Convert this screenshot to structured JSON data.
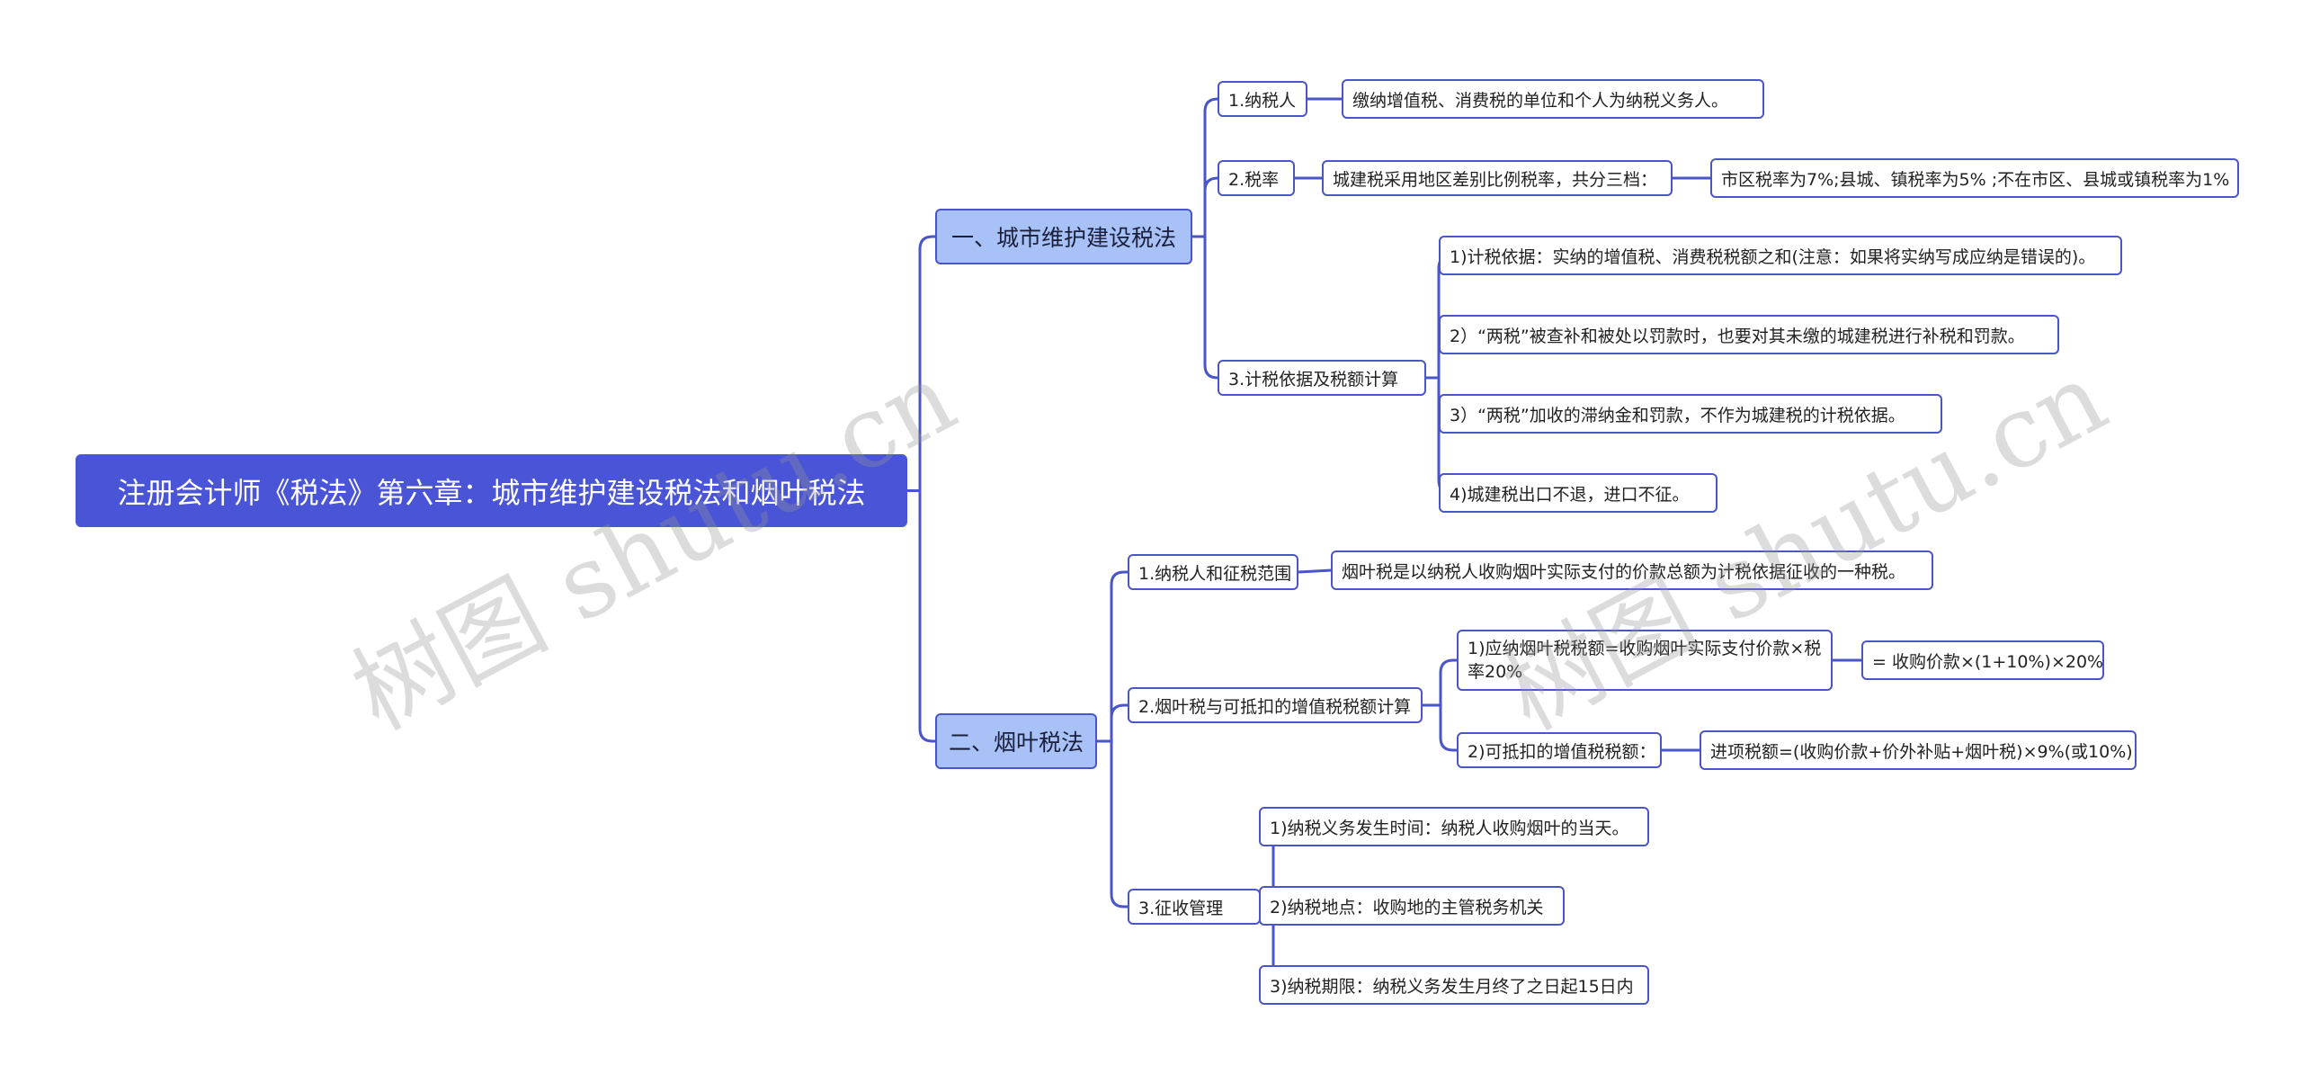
{
  "root": "注册会计师《税法》第六章：城市维护建设税法和烟叶税法",
  "branches": [
    {
      "label": "一、城市维护建设税法",
      "items": [
        {
          "label": "1.纳税人",
          "children": [
            {
              "label": "缴纳增值税、消费税的单位和个人为纳税义务人。"
            }
          ]
        },
        {
          "label": "2.税率",
          "children": [
            {
              "label": "城建税采用地区差别比例税率，共分三档：",
              "children": [
                {
                  "label": "市区税率为7%;县城、镇税率为5% ;不在市区、县城或镇税率为1%"
                }
              ]
            }
          ]
        },
        {
          "label": "3.计税依据及税额计算",
          "children": [
            {
              "label": "1)计税依据：实纳的增值税、消费税税额之和(注意：如果将实纳写成应纳是错误的)。"
            },
            {
              "label": "2）“两税”被查补和被处以罚款时，也要对其未缴的城建税进行补税和罚款。"
            },
            {
              "label": "3）“两税”加收的滞纳金和罚款，不作为城建税的计税依据。"
            },
            {
              "label": "4)城建税出口不退，进口不征。"
            }
          ]
        }
      ]
    },
    {
      "label": "二、烟叶税法",
      "items": [
        {
          "label": "1.纳税人和征税范围",
          "children": [
            {
              "label": "烟叶税是以纳税人收购烟叶实际支付的价款总额为计税依据征收的一种税。"
            }
          ]
        },
        {
          "label": "2.烟叶税与可抵扣的增值税税额计算",
          "children": [
            {
              "label": "1)应纳烟叶税税额=收购烟叶实际支付价款×税率20%",
              "children": [
                {
                  "label": "= 收购价款×(1+10%)×20%"
                }
              ]
            },
            {
              "label": "2)可抵扣的增值税税额：",
              "children": [
                {
                  "label": "进项税额=(收购价款+价外补贴+烟叶税)×9%(或10%)"
                }
              ]
            }
          ]
        },
        {
          "label": "3.征收管理",
          "children": [
            {
              "label": "1)纳税义务发生时间：纳税人收购烟叶的当天。"
            },
            {
              "label": "2)纳税地点：收购地的主管税务机关"
            },
            {
              "label": "3)纳税期限：纳税义务发生月终了之日起15日内"
            }
          ]
        }
      ]
    }
  ],
  "watermark": "树图 shutu.cn",
  "colors": {
    "root": "#4954d6",
    "branch_fill": "#a8c2f7",
    "line": "#4a55c8"
  }
}
